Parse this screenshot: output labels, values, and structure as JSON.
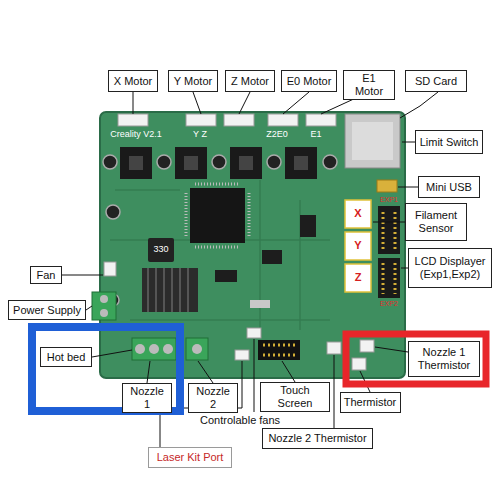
{
  "diagram": {
    "nodes": [
      {
        "text": [
          "X Motor"
        ]
      },
      {
        "text": [
          "Y Motor"
        ]
      },
      {
        "text": [
          "Z Motor"
        ]
      },
      {
        "text": [
          "E0 Motor"
        ]
      },
      {
        "text": [
          "E1 Motor"
        ]
      },
      {
        "text": [
          "SD Card"
        ]
      },
      {
        "text": [
          "Limit Switch"
        ]
      },
      {
        "text": [
          "Mini USB"
        ]
      },
      {
        "text": [
          "Filament Sensor"
        ]
      },
      {
        "text": [
          "LCD Displayer (Exp1,Exp2)"
        ]
      },
      {
        "text": [
          "Fan"
        ]
      },
      {
        "text": [
          "Power Supply"
        ]
      },
      {
        "text": [
          "Hot bed"
        ]
      },
      {
        "text": [
          "Nozzle 1"
        ]
      },
      {
        "text": [
          "Nozzle 2"
        ]
      },
      {
        "text": [
          "Touch Screen"
        ]
      },
      {
        "text": [
          "Nozzle 1 Thermistor"
        ]
      },
      {
        "text": [
          "Thermistor"
        ]
      },
      {
        "text": [
          "Nozzle 2 Thermistor"
        ]
      },
      {
        "text": [
          "Laser Kit Port"
        ]
      }
    ],
    "labels": [
      "Creality V2.1",
      "Y Z",
      "Z2E0",
      "E1",
      "X",
      "Y",
      "Z",
      "EXP1",
      "EXP2",
      "330",
      "Controlable fans"
    ]
  }
}
